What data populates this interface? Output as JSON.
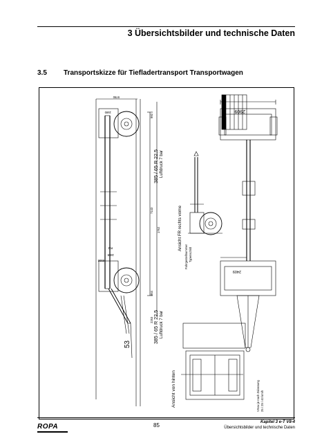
{
  "header": {
    "title": "3   Übersichtsbilder und technische Daten"
  },
  "section": {
    "number": "3.5",
    "title": "Transportskizze für Tiefladertransport Transportwagen"
  },
  "drawing": {
    "labels": {
      "tire_top": "385 / 65 R 22,5",
      "pressure_top": "Luftdruck 7 bar",
      "tire_bottom": "385 / 65 R 22,5",
      "pressure_bottom": "Luftdruck 7 bar",
      "front_right_view": "Ansicht FR rechts vorne",
      "rear_view": "Ansicht von hinten",
      "dim_53": "53",
      "dim_2909": "2909",
      "dim_2409": "2409",
      "dim_9780": "9780",
      "dim_7143": "7143",
      "dim_1762": "1762",
      "dim_1558": "1558",
      "dim_2253": "2253",
      "dim_864": "864",
      "dim_992": "992",
      "dim_1580": "1580",
      "dim_8558": "8558",
      "dim_r2": "R 2",
      "vehicle_data_1": "Fahrgestellnummer",
      "vehicle_data_2": "Typenschild",
      "speed_note_1": "Vmax je nach Zulassung",
      "speed_note_2": "25 / 25 / 40 km/h"
    }
  },
  "footer": {
    "logo": "ROPA",
    "page_number": "85",
    "chapter": "Kapitel 3   e-T V8-4",
    "subtitle": "Übersichtsbilder und technische Daten"
  }
}
